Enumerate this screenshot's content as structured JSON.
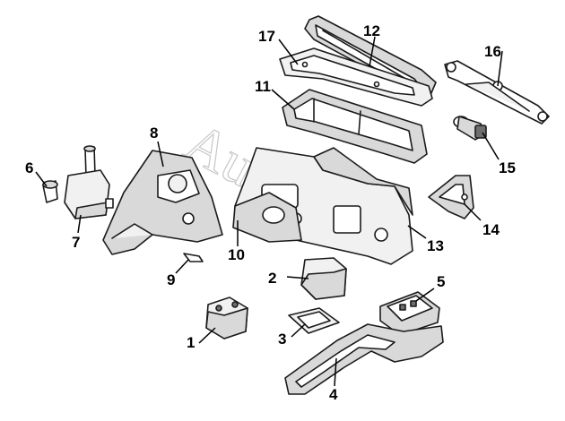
{
  "watermark": {
    "text": "AutoSoft"
  },
  "callouts": {
    "c1": "1",
    "c2": "2",
    "c3": "3",
    "c4": "4",
    "c5": "5",
    "c6": "6",
    "c7": "7",
    "c8": "8",
    "c9": "9",
    "c10": "10",
    "c11": "11",
    "c12": "12",
    "c13": "13",
    "c14": "14",
    "c15": "15",
    "c16": "16",
    "c17": "17"
  }
}
